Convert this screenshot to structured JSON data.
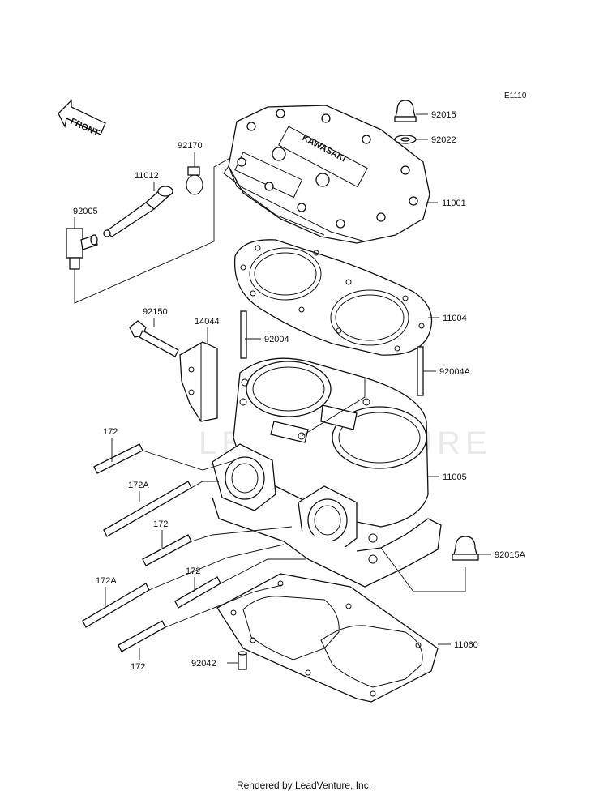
{
  "diagram_ref": "E1110",
  "front_label": "FRONT",
  "head_emboss": "KAWASAKI",
  "watermark": "LEADVENTURE",
  "callouts": {
    "p92015": "92015",
    "p92022": "92022",
    "p92170": "92170",
    "p11012": "11012",
    "p92005": "92005",
    "p11001": "11001",
    "p11004": "11004",
    "p92150": "92150",
    "p14044": "14044",
    "p92004": "92004",
    "p92004A": "92004A",
    "p172_a": "172",
    "p11005": "11005",
    "p172A_a": "172A",
    "p172_b": "172",
    "p92015A": "92015A",
    "p172A_b": "172A",
    "p172_c": "172",
    "p11060": "11060",
    "p92042": "92042",
    "p172_d": "172"
  },
  "footer": "Rendered by LeadVenture, Inc."
}
